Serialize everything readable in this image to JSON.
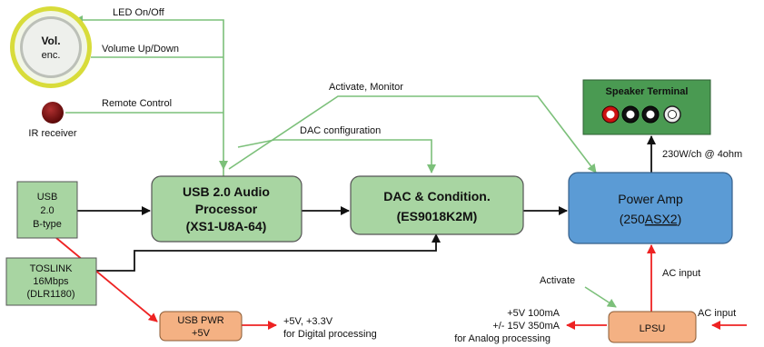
{
  "colors": {
    "green_box": "#a8d5a2",
    "green_line": "#7cc07a",
    "blue_box": "#5b9bd5",
    "orange_box": "#f4b183",
    "red_line": "#ee2222",
    "black_line": "#111111",
    "speaker_bg": "#4a9a52"
  },
  "signals": {
    "led": "LED On/Off",
    "volume": "Volume Up/Down",
    "remote": "Remote Control",
    "activate_monitor": "Activate, Monitor",
    "dac_config": "DAC configuration",
    "power_out": "230W/ch @ 4ohm",
    "activate": "Activate",
    "ac_input_amp": "AC input",
    "ac_input_main": "AC input"
  },
  "vol_encoder": {
    "line1": "Vol.",
    "line2": "enc."
  },
  "ir_receiver": {
    "label": "IR receiver"
  },
  "usb_in": {
    "line1": "USB",
    "line2": "2.0",
    "line3": "B-type"
  },
  "toslink": {
    "line1": "TOSLINK",
    "line2": "16Mbps",
    "line3": "(DLR1180)"
  },
  "usb_proc": {
    "line1": "USB 2.0 Audio",
    "line2": "Processor",
    "line3": "(XS1-U8A-64)"
  },
  "dac": {
    "line1": "DAC & Condition.",
    "line2": "(ES9018K2M)"
  },
  "amp": {
    "line1": "Power Amp",
    "line2_a": "(250",
    "line2_b": "ASX2",
    "line2_c": ")"
  },
  "speaker": {
    "title": "Speaker Terminal"
  },
  "usb_pwr": {
    "line1": "USB PWR",
    "line2": "+5V",
    "out1": "+5V, +3.3V",
    "out2": "for Digital processing"
  },
  "lpsu": {
    "label": "LPSU",
    "out1": "+5V 100mA",
    "out2": "+/- 15V 350mA",
    "out3": "for Analog processing"
  }
}
